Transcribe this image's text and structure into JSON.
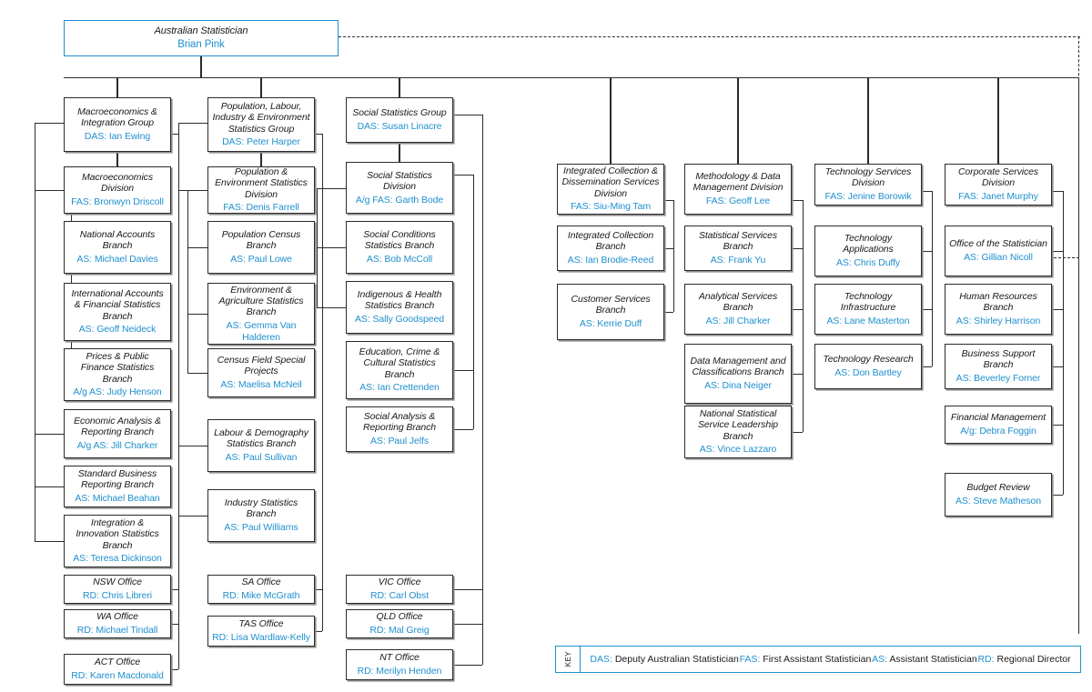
{
  "meta": {
    "accent_blue": "#2190cf",
    "line_color": "#2b2b2b"
  },
  "root": {
    "title": "Australian Statistician",
    "person": "Brian Pink"
  },
  "groups": [
    {
      "id": "macro",
      "title": "Macroeconomics & Integration Group",
      "person": "DAS: Ian Ewing",
      "children": [
        {
          "title": "Macroeconomics Division",
          "person": "FAS: Bronwyn Driscoll"
        },
        {
          "title": "National Accounts Branch",
          "person": "AS: Michael Davies"
        },
        {
          "title": "International Accounts & Financial Statistics Branch",
          "person": "AS: Geoff Neideck"
        },
        {
          "title": "Prices & Public Finance Statistics Branch",
          "person": "A/g AS: Judy Henson"
        },
        {
          "title": "Economic Analysis & Reporting Branch",
          "person": "A/g AS: Jill Charker"
        },
        {
          "title": "Standard Business Reporting Branch",
          "person": "AS: Michael Beahan"
        },
        {
          "title": "Integration & Innovation Statistics Branch",
          "person": "AS: Teresa Dickinson"
        }
      ]
    },
    {
      "id": "population",
      "title": "Population, Labour, Industry & Environment Statistics Group",
      "person": "DAS: Peter Harper",
      "children": [
        {
          "title": "Population & Environment Statistics Division",
          "person": "FAS: Denis Farrell"
        },
        {
          "title": "Population Census Branch",
          "person": "AS: Paul Lowe"
        },
        {
          "title": "Environment & Agriculture Statistics Branch",
          "person": "AS: Gemma Van Halderen"
        },
        {
          "title": "Census Field Special Projects",
          "person": "AS: Maelisa McNeil"
        },
        {
          "title": "Labour & Demography Statistics Branch",
          "person": "AS: Paul Sullivan"
        },
        {
          "title": "Industry Statistics Branch",
          "person": "AS: Paul Williams"
        }
      ]
    },
    {
      "id": "social",
      "title": "Social Statistics Group",
      "person": "DAS: Susan Linacre",
      "children": [
        {
          "title": "Social Statistics Division",
          "person": "A/g FAS: Garth Bode"
        },
        {
          "title": "Social Conditions Statistics Branch",
          "person": "AS: Bob McColl"
        },
        {
          "title": "Indigenous & Health Statistics Branch",
          "person": "AS: Sally Goodspeed"
        },
        {
          "title": "Education, Crime & Cultural Statistics Branch",
          "person": "AS: Ian Crettenden"
        },
        {
          "title": "Social Analysis & Reporting Branch",
          "person": "AS: Paul Jelfs"
        }
      ]
    }
  ],
  "divisions": [
    {
      "id": "icds",
      "title": "Integrated Collection & Dissemination Services Division",
      "person": "FAS: Siu-Ming Tam",
      "children": [
        {
          "title": "Integrated Collection Branch",
          "person": "AS: Ian Brodie-Reed"
        },
        {
          "title": "Customer Services Branch",
          "person": "AS: Kerrie Duff"
        }
      ]
    },
    {
      "id": "mdm",
      "title": "Methodology & Data Management Division",
      "person": "FAS: Geoff Lee",
      "children": [
        {
          "title": "Statistical Services Branch",
          "person": "AS: Frank Yu"
        },
        {
          "title": "Analytical Services Branch",
          "person": "AS: Jill Charker"
        },
        {
          "title": "Data Management and Classifications Branch",
          "person": "AS: Dina Neiger"
        },
        {
          "title": "National Statistical Service Leadership Branch",
          "person": "AS: Vince Lazzaro"
        }
      ]
    },
    {
      "id": "tech",
      "title": "Technology Services Division",
      "person": "FAS: Jenine Borowik",
      "children": [
        {
          "title": "Technology Applications",
          "person": "AS: Chris Duffy"
        },
        {
          "title": "Technology Infrastructure",
          "person": "AS: Lane Masterton"
        },
        {
          "title": "Technology Research",
          "person": "AS: Don Bartley"
        }
      ]
    },
    {
      "id": "corporate",
      "title": "Corporate Services Division",
      "person": "FAS: Janet Murphy",
      "children": [
        {
          "title": "Office of the Statistician",
          "person": "AS: Gillian Nicoll"
        },
        {
          "title": "Human Resources Branch",
          "person": "AS: Shirley Harrison"
        },
        {
          "title": "Business Support Branch",
          "person": "AS: Beverley Forner"
        },
        {
          "title": "Financial Management",
          "person": "A/g: Debra Foggin"
        },
        {
          "title": "Budget Review",
          "person": "AS: Steve Matheson"
        }
      ]
    }
  ],
  "regional_offices": {
    "column1": [
      {
        "title": "NSW Office",
        "person": "RD: Chris Libreri"
      },
      {
        "title": "WA Office",
        "person": "RD: Michael Tindall"
      },
      {
        "title": "ACT Office",
        "person": "RD: Karen Macdonald"
      }
    ],
    "column2": [
      {
        "title": "SA Office",
        "person": "RD: Mike McGrath"
      },
      {
        "title": "TAS Office",
        "person": "RD: Lisa Wardlaw-Kelly"
      }
    ],
    "column3": [
      {
        "title": "VIC Office",
        "person": "RD: Carl Obst"
      },
      {
        "title": "QLD Office",
        "person": "RD: Mal Greig"
      },
      {
        "title": "NT Office",
        "person": "RD: Merilyn Henden"
      }
    ]
  },
  "key": {
    "label": "KEY",
    "items": [
      {
        "abbr": "DAS:",
        "text": " Deputy Australian Statistician"
      },
      {
        "abbr": "FAS:",
        "text": " First Assistant Statistician"
      },
      {
        "abbr": "AS:",
        "text": " Assistant Statistician"
      },
      {
        "abbr": "RD:",
        "text": " Regional Director"
      }
    ]
  }
}
